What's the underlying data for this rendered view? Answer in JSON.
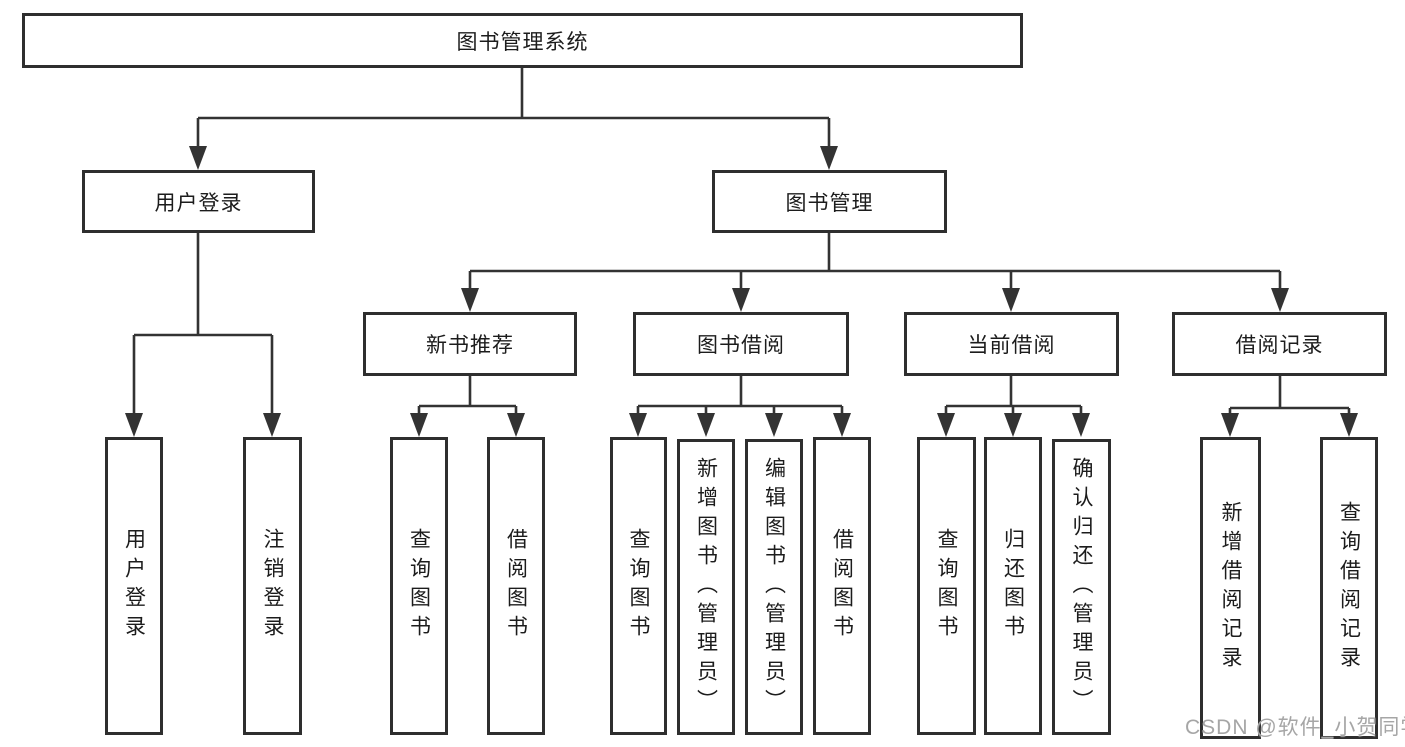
{
  "title": "图书管理系统",
  "modules": [
    {
      "label": "用户登录",
      "children": [
        "用户登录",
        "注销登录"
      ]
    },
    {
      "label": "图书管理",
      "children": [
        {
          "label": "新书推荐",
          "children": [
            "查询图书",
            "借阅图书"
          ]
        },
        {
          "label": "图书借阅",
          "children": [
            "查询图书",
            "新增图书（管理员）",
            "编辑图书（管理员）",
            "借阅图书"
          ]
        },
        {
          "label": "当前借阅",
          "children": [
            "查询图书",
            "归还图书",
            "确认归还（管理员）"
          ]
        },
        {
          "label": "借阅记录",
          "children": [
            "新增借阅记录",
            "查询借阅记录"
          ]
        }
      ]
    }
  ],
  "watermark": "CSDN @软件_小贺同学",
  "colors": {
    "line": "#333333",
    "box_border": "#2e2e2e",
    "text": "#1c1c1c",
    "watermark": "#a6a6a6",
    "background": "#ffffff"
  }
}
